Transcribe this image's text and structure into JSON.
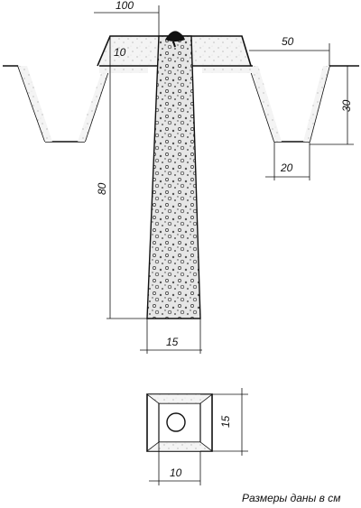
{
  "dimensions": {
    "top_width": "100",
    "mound_height": "10",
    "ditch_top_width": "50",
    "ditch_depth": "30",
    "ditch_bottom_width": "20",
    "post_depth": "80",
    "post_base_width": "15",
    "plan_side": "15",
    "plan_inner": "10"
  },
  "caption": "Размеры даны в см"
}
